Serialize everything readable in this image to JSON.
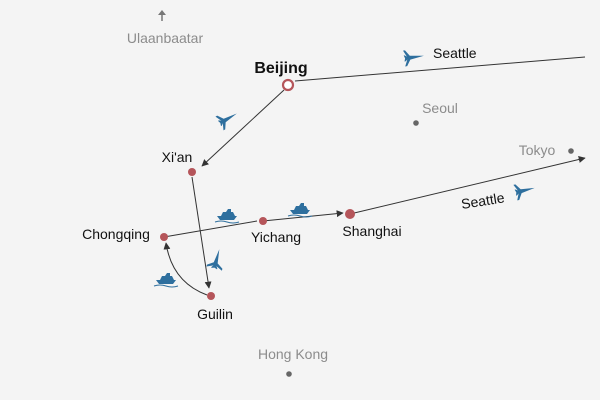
{
  "map": {
    "route_color": "#333333",
    "stop_color": "#b5555a",
    "reference_color": "#777777",
    "icon_color": "#2e6f9e",
    "background": "#f4f4f4"
  },
  "reference_cities": [
    {
      "name": "Ulaanbaatar"
    },
    {
      "name": "Seoul"
    },
    {
      "name": "Tokyo"
    },
    {
      "name": "Hong Kong"
    }
  ],
  "stops": [
    {
      "name": "Beijing"
    },
    {
      "name": "Xi'an"
    },
    {
      "name": "Chongqing"
    },
    {
      "name": "Yichang"
    },
    {
      "name": "Shanghai"
    },
    {
      "name": "Guilin"
    }
  ],
  "destinations": {
    "outbound": "Seattle",
    "return": "Seattle"
  },
  "legs": [
    {
      "from": "Seattle",
      "to": "Beijing",
      "mode": "plane"
    },
    {
      "from": "Beijing",
      "to": "Xi'an",
      "mode": "plane"
    },
    {
      "from": "Xi'an",
      "to": "Guilin",
      "mode": "plane"
    },
    {
      "from": "Guilin",
      "to": "Chongqing",
      "mode": "boat"
    },
    {
      "from": "Chongqing",
      "to": "Yichang",
      "mode": "boat"
    },
    {
      "from": "Yichang",
      "to": "Shanghai",
      "mode": "boat"
    },
    {
      "from": "Shanghai",
      "to": "Seattle",
      "mode": "plane"
    }
  ]
}
